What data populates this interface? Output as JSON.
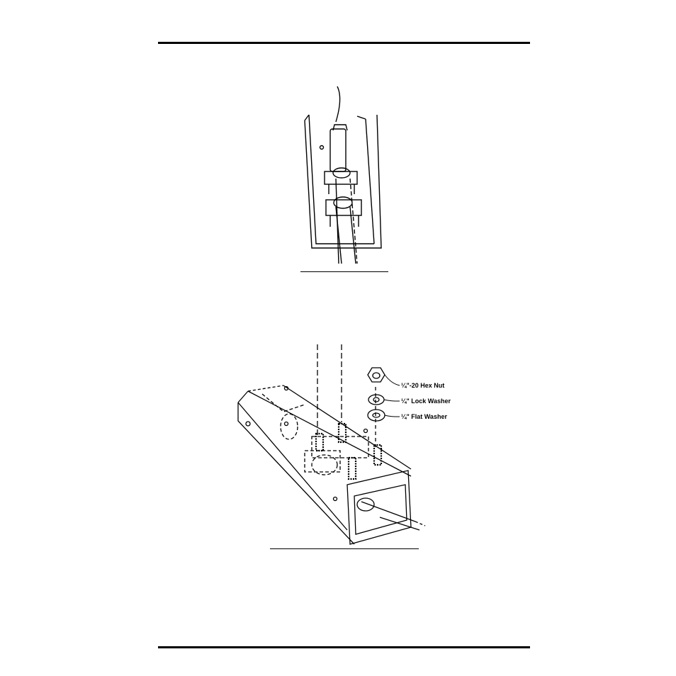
{
  "figure2": {
    "labels": {
      "hex_nut": "¼\"-20 Hex Nut",
      "lock_washer": "¼\" Lock Washer",
      "flat_washer": "¼\" Flat Washer"
    }
  }
}
